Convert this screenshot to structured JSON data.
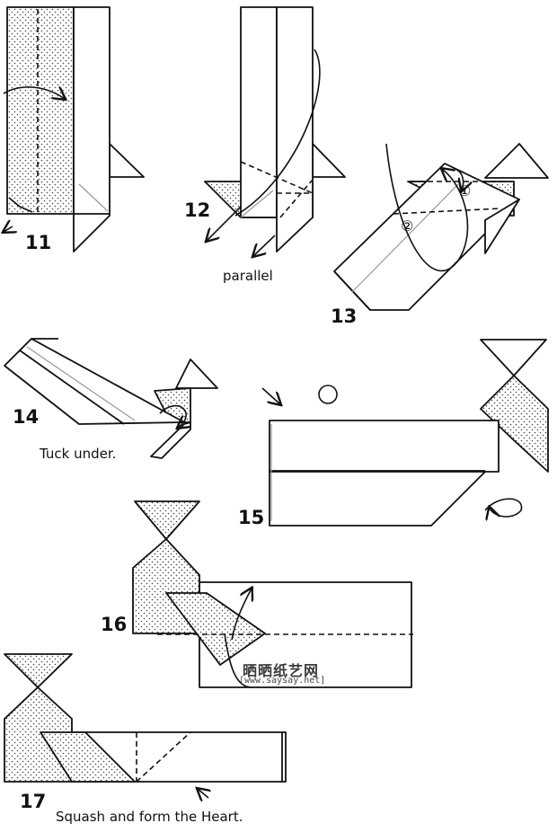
{
  "steps": [
    {
      "number": "11"
    },
    {
      "number": "12",
      "caption": "parallel"
    },
    {
      "number": "13",
      "marks": [
        "①",
        "②"
      ]
    },
    {
      "number": "14",
      "caption": "Tuck under."
    },
    {
      "number": "15"
    },
    {
      "number": "16"
    },
    {
      "number": "17",
      "caption": "Squash and form the Heart."
    }
  ],
  "watermark": {
    "name": "晒晒纸艺网",
    "url": "[www.saysay.net]"
  },
  "colors": {
    "line": "#111111",
    "paper": "#ffffff",
    "texture": "#444444"
  }
}
